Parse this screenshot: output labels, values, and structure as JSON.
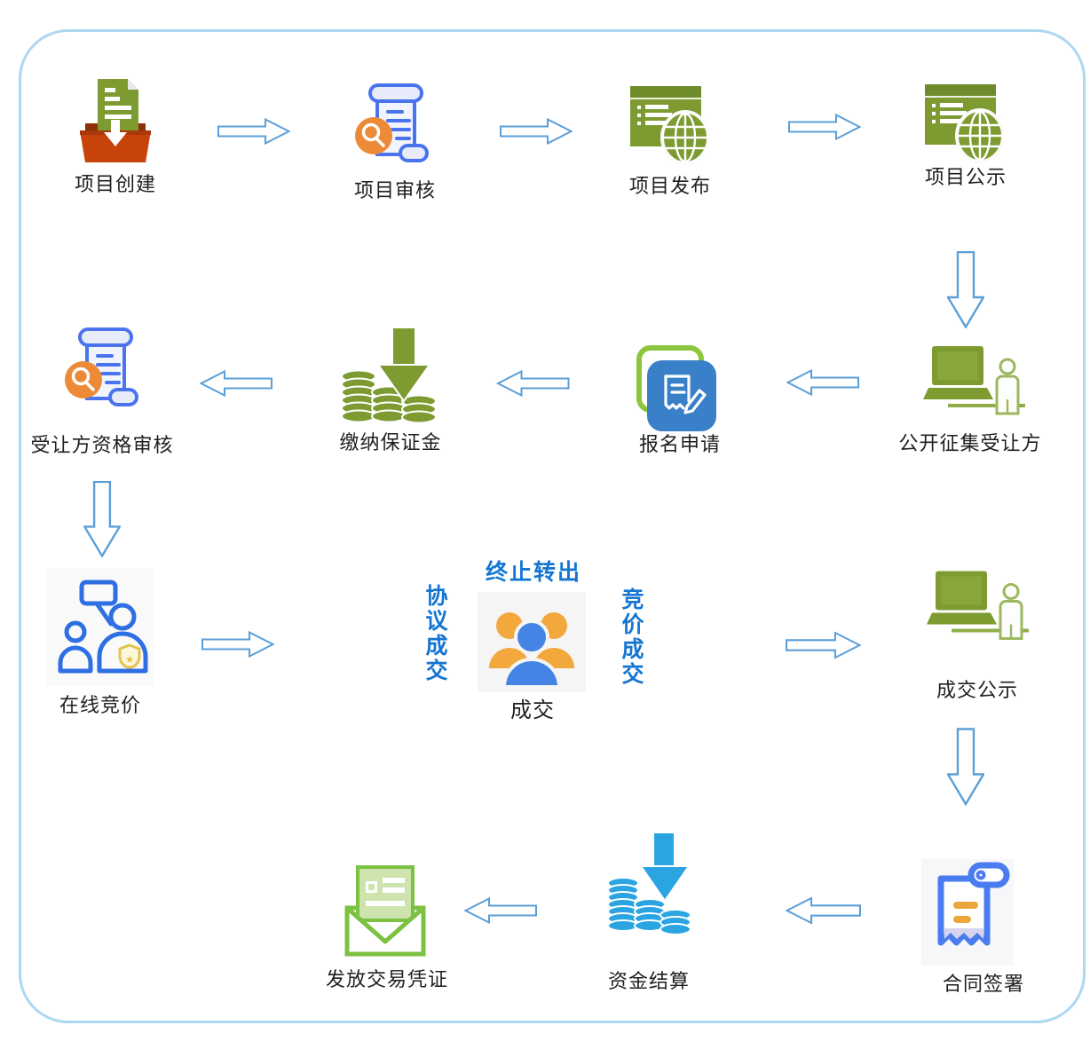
{
  "diagram": {
    "nodes": [
      {
        "label": "项目创建",
        "icon": "document-inbox-icon"
      },
      {
        "label": "项目审核",
        "icon": "scroll-magnifier-icon"
      },
      {
        "label": "项目发布",
        "icon": "window-globe-icon"
      },
      {
        "label": "项目公示",
        "icon": "window-globe-icon"
      },
      {
        "label": "公开征集受让方",
        "icon": "laptop-person-icon"
      },
      {
        "label": "报名申请",
        "icon": "form-pencil-icon"
      },
      {
        "label": "缴纳保证金",
        "icon": "coins-down-arrow-green-icon"
      },
      {
        "label": "受让方资格审核",
        "icon": "scroll-magnifier-icon"
      },
      {
        "label": "在线竞价",
        "icon": "auction-bidder-icon"
      },
      {
        "label": "成交",
        "icon": "people-group-icon"
      },
      {
        "label": "成交公示",
        "icon": "laptop-person-icon"
      },
      {
        "label": "合同签署",
        "icon": "receipt-contract-icon"
      },
      {
        "label": "资金结算",
        "icon": "coins-down-arrow-blue-icon"
      },
      {
        "label": "发放交易凭证",
        "icon": "envelope-certificate-icon"
      }
    ],
    "deal_annotations": {
      "top": "终止转出",
      "left": "协议成交",
      "right": "竞价成交"
    },
    "colors": {
      "border": "#aed7f2",
      "arrow_outline": "#5b9fd8",
      "annotation_blue": "#1476d2",
      "olive_green": "#7d9b31",
      "doc_blue": "#4a7cf0",
      "magnifier_orange": "#ec8a38",
      "tray_red": "#c8420c",
      "apply_blue": "#3a80c8",
      "apply_green": "#8cc63e",
      "people_orange": "#f2a83c",
      "people_blue": "#4484e4",
      "settlement_cyan": "#2aa5e2",
      "certificate_green": "#7cc142"
    }
  }
}
